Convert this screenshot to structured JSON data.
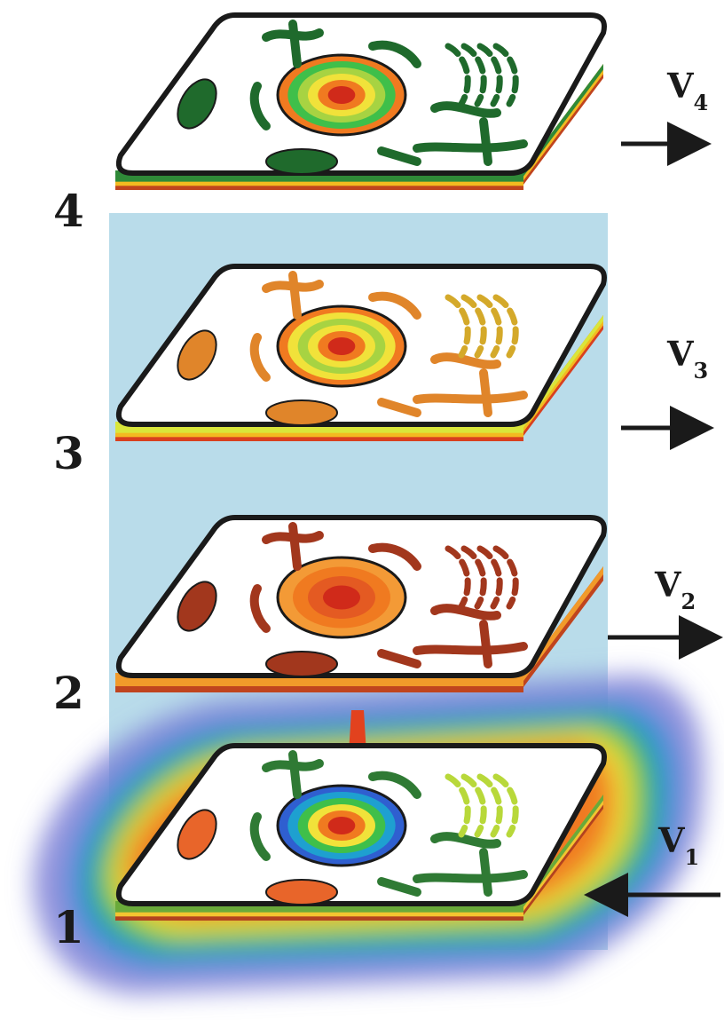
{
  "layers": [
    {
      "number": "1",
      "velocity": {
        "symbol": "V",
        "subscript": "1"
      },
      "arrow_direction": "in",
      "palette": {
        "slab": [
          "#b2421f",
          "#f4c430",
          "#6aaa3a"
        ],
        "nucleus": [
          "#2f5fd0",
          "#1ea0d0",
          "#3fbf4a",
          "#f1e23a",
          "#f07a20",
          "#d02a1a"
        ],
        "organelle": "#2f7a34",
        "mito": "#e8652a",
        "golgi": "#b8d83a"
      }
    },
    {
      "number": "2",
      "velocity": {
        "symbol": "V",
        "subscript": "2"
      },
      "arrow_direction": "out",
      "palette": {
        "slab": [
          "#c0441e",
          "#f19a2a"
        ],
        "nucleus": [
          "#f39a36",
          "#f07a20",
          "#e45a22",
          "#d02a1a"
        ],
        "organelle": "#a2371d",
        "mito": "#a2371d",
        "golgi": "#a2371d"
      }
    },
    {
      "number": "3",
      "velocity": {
        "symbol": "V",
        "subscript": "3"
      },
      "arrow_direction": "out",
      "palette": {
        "slab": [
          "#d8401f",
          "#f3ba20",
          "#d9e63a"
        ],
        "nucleus": [
          "#f07a20",
          "#f1e23a",
          "#a7d342",
          "#f1e23a",
          "#f07a20",
          "#d02a1a"
        ],
        "organelle": "#e0852a",
        "mito": "#e0852a",
        "golgi": "#d4a92a"
      }
    },
    {
      "number": "4",
      "velocity": {
        "symbol": "V",
        "subscript": "4"
      },
      "arrow_direction": "out",
      "palette": {
        "slab": [
          "#c0441e",
          "#f3ba20",
          "#2f8a38"
        ],
        "nucleus": [
          "#f07a20",
          "#3fbf4a",
          "#a7d342",
          "#f1e23a",
          "#f07a20",
          "#d02a1a"
        ],
        "organelle": "#1f6a2c",
        "mito": "#1f6a2c",
        "golgi": "#1f6a2c"
      }
    }
  ],
  "colors": {
    "backdrop": "#b9dcea",
    "outline": "#1a1a1a",
    "cell_fill": "#ffffff",
    "column_beam": "#e2421e"
  }
}
